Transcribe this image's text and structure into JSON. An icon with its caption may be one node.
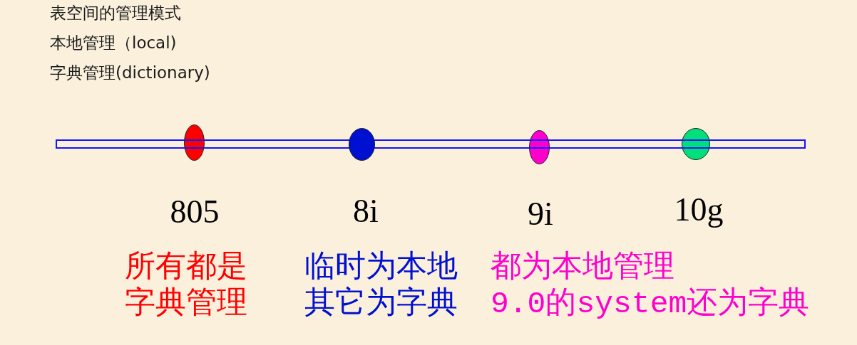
{
  "diagram": {
    "title": "表空间的管理模式",
    "nodes": [
      {
        "text": [],
        "shape": "circle",
        "beside": [
          "805",
          "所有都是字典管理"
        ]
      },
      {
        "text": [],
        "shape": "circle",
        "beside": [
          "8i",
          "临时为本地",
          "其它为字典"
        ]
      },
      {
        "text": [],
        "shape": "circle",
        "beside": [
          "9i",
          "都为本地管理",
          "9.0的system还为字典"
        ]
      },
      {
        "text": [],
        "shape": "circle",
        "beside": [
          "10g"
        ]
      }
    ],
    "labels": [
      "本地管理（local)",
      "字典管理(dictionary)"
    ]
  }
}
